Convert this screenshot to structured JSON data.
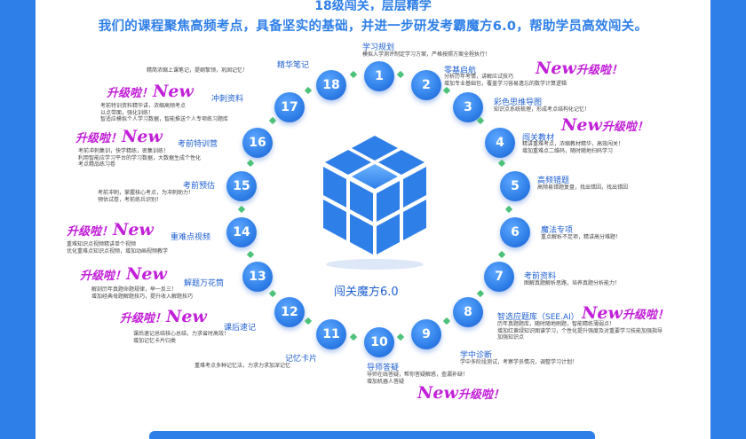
{
  "header": {
    "line1": "18级闯关，层层精学",
    "line2": "我们的课程聚焦高频考点，具备坚实的基础，并进一步研发考霸魔方6.0，帮助学员高效闯关。"
  },
  "center_label": "闯关魔方6.0",
  "upgrade": {
    "new": "New",
    "text": "升级啦！"
  },
  "nodes": [
    {
      "num": "1",
      "title": "学习规划",
      "desc": "模拟入学测评制定学习方案，严格按照方案全程执行！"
    },
    {
      "num": "2",
      "title": "零基启航",
      "desc": "分析历年考情，讲解应试技巧\n增加专业基础包，覆盖学习容易遗忘的数学计算逻辑"
    },
    {
      "num": "3",
      "title": "彩色思维导图",
      "desc": "知识点系统梳理，形成考点结构化记忆！"
    },
    {
      "num": "4",
      "title": "闯关教材",
      "desc": "精讲重难考点，浓缩教材精华，高效闯关！\n增加重难点二维码，随时随地扫码学习"
    },
    {
      "num": "5",
      "title": "高频错题",
      "desc": "高频易错题复盘，找出错因，找出错因"
    },
    {
      "num": "6",
      "title": "魔法专项",
      "desc": "重点解析不足项，精讲高分难题！"
    },
    {
      "num": "7",
      "title": "考前资料",
      "desc": "图解真题解析思路，培养真题分析能力！"
    },
    {
      "num": "8",
      "title": "智选应题库（SEE.AI）",
      "desc": "历年真题题库，随时随地刷题，智能精练薄弱点！\n增加红黄绿知识图谱学习，个性化提升强度及对重要学习技能加强指导\n加强知识点"
    },
    {
      "num": "9",
      "title": "学中诊断",
      "desc": "学中多阶段测试，考察学员情况，调整学习计划！"
    },
    {
      "num": "10",
      "title": "导师答疑",
      "desc": "导师在线答疑，帮你答疑解惑，查漏补缺！\n增加机器人答疑"
    },
    {
      "num": "11",
      "title": "记忆卡片",
      "desc": "重难考点多种记忆法，力求力求加深记忆"
    },
    {
      "num": "12",
      "title": "课后速记",
      "desc": "课后速记总结核心总结，力求省时高效！\n增加记忆卡片归类"
    },
    {
      "num": "13",
      "title": "解题万花筒",
      "desc": "解剖历年真题命题规律，举一反三！\n增加经典母题解题技巧，提升收入解题技巧"
    },
    {
      "num": "14",
      "title": "重难点视频",
      "desc": "重难知识点视频精讲单个视频\n优化重难点知识点视频，增加动画视频教学"
    },
    {
      "num": "15",
      "title": "考前预估",
      "desc": "考前冲刺，掌握核心考点，为冲刺助力！\n预估试卷，考前练兵识别！"
    },
    {
      "num": "16",
      "title": "考前特训营",
      "desc": "考前冲刺集训，快学精练，密集训练！\n利用智能应学习平台的学习数据，大数据生成个性化\n考点精品练习卷"
    },
    {
      "num": "17",
      "title": "冲刺资料",
      "desc": "考前特训资料精华讲，浓缩高频考点\n以点带面，强化训练！\n智适应模拟个人学习数据，智能推送个人专项练习题库"
    },
    {
      "num": "18",
      "title": "精华笔记",
      "desc": "精简浓缩上课笔记，提纲挈领，巩固记忆！"
    }
  ],
  "colors": {
    "accent": "#2f7fe8",
    "upgrade": "#c21fd8",
    "arrow": "#4ec27a",
    "cube": "#2f7fe8"
  }
}
